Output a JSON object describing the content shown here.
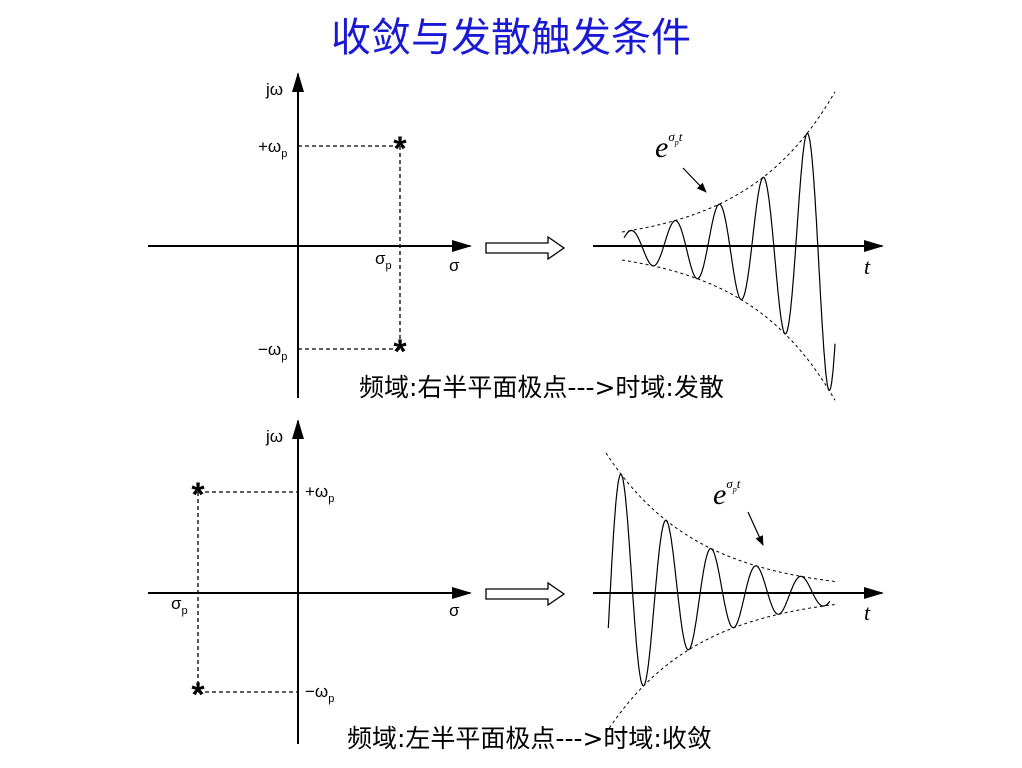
{
  "title": "收敛与发散触发条件",
  "colors": {
    "title": "#1a1ad6",
    "ink": "#000000"
  },
  "top": {
    "caption": "频域:右半平面极点--->时域:发散",
    "s_plane": {
      "vertical_axis": {
        "main": "j",
        "sub": "ω"
      },
      "horizontal_axis": "σ",
      "pos_freq": {
        "main": "+ω",
        "sub": "p"
      },
      "neg_freq": {
        "main": "−ω",
        "sub": "p"
      },
      "pole_real": {
        "main": "σ",
        "sub": "p"
      },
      "pole_side": "right"
    },
    "time_plot": {
      "axis_label": "t",
      "envelope": {
        "base": "e",
        "sup": "σ",
        "sub": "p",
        "t": "t"
      },
      "behavior": "growing"
    }
  },
  "bottom": {
    "caption": "频域:左半平面极点--->时域:收敛",
    "s_plane": {
      "vertical_axis": {
        "main": "j",
        "sub": "ω"
      },
      "horizontal_axis": "σ",
      "pos_freq": {
        "main": "+ω",
        "sub": "p"
      },
      "neg_freq": {
        "main": "−ω",
        "sub": "p"
      },
      "pole_real": {
        "main": "σ",
        "sub": "p"
      },
      "pole_side": "left"
    },
    "time_plot": {
      "axis_label": "t",
      "envelope": {
        "base": "e",
        "sup": "σ",
        "sub": "p",
        "t": "t"
      },
      "behavior": "decaying"
    }
  },
  "pole_marker": "*"
}
